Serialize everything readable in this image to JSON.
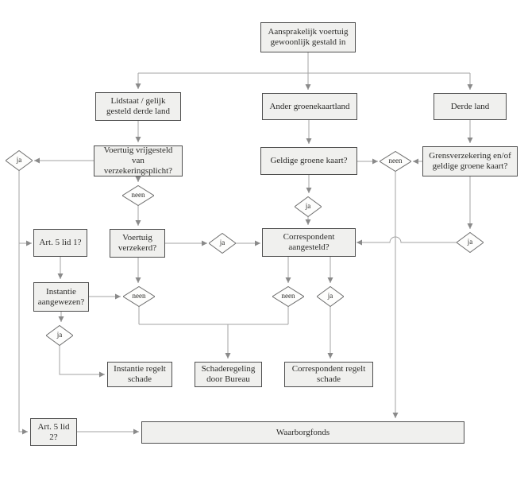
{
  "flowchart": {
    "boxes": {
      "start": "Aansprakelijk voertuig gewoonlijk gestald in",
      "lidstaat": "Lidstaat / gelijk gesteld derde land",
      "ander_groenekaartland": "Ander groenekaartland",
      "derde_land": "Derde land",
      "voertuig_vrijgesteld": "Voertuig vrijgesteld van verzekeringsplicht?",
      "geldige_groene_kaart": "Geldige groene kaart?",
      "grensverzekering": "Grensverzekering en/of geldige groene kaart?",
      "art5_lid1": "Art. 5 lid 1?",
      "voertuig_verzekerd": "Voertuig verzekerd?",
      "correspondent_aangesteld": "Correspondent aangesteld?",
      "instantie_aangewezen": "Instantie aangewezen?",
      "instantie_regelt": "Instantie regelt schade",
      "schaderegeling_bureau": "Schaderegeling door Bureau",
      "correspondent_regelt": "Correspondent regelt schade",
      "art5_lid2": "Art. 5 lid 2?",
      "waarborgfonds": "Waarborgfonds"
    },
    "labels": {
      "ja": "ja",
      "neen": "neen"
    },
    "colors": {
      "box_fill": "#f0f0ee",
      "box_border": "#4f4f4f",
      "line": "#a3a3a3",
      "arrow": "#8a8a8a"
    }
  }
}
